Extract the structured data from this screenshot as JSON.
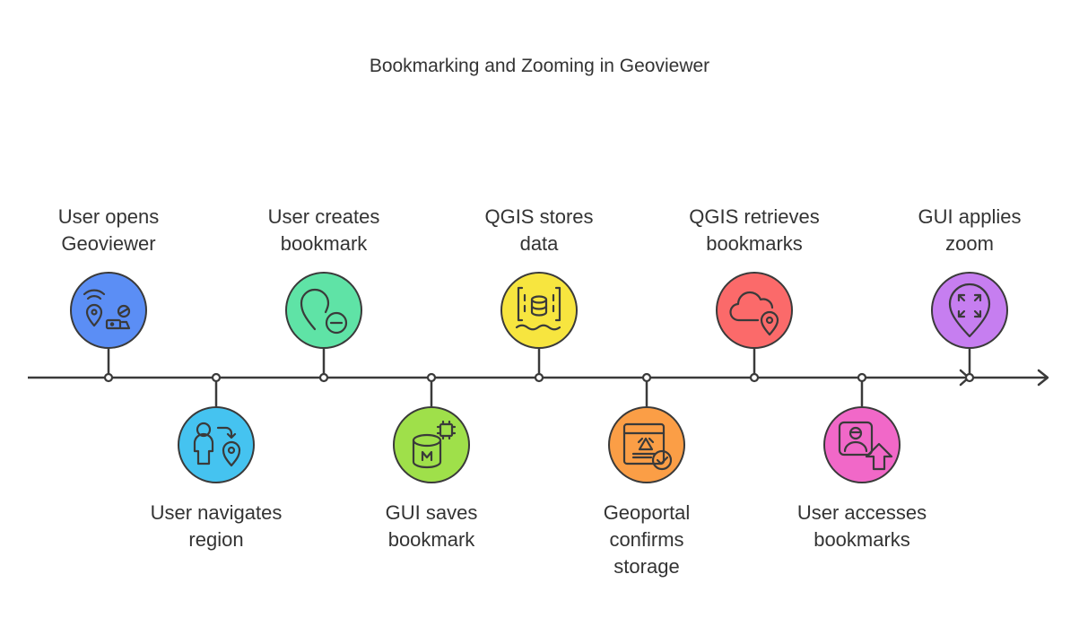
{
  "title": "Bookmarking and Zooming in Geoviewer",
  "steps": [
    {
      "line1": "User opens",
      "line2": "Geoviewer",
      "icon": "location-user-icon",
      "color": "#5b8ef5"
    },
    {
      "line1": "User navigates",
      "line2": "region",
      "icon": "user-location-arrow-icon",
      "color": "#45c3f0"
    },
    {
      "line1": "User creates",
      "line2": "bookmark",
      "icon": "pin-minus-icon",
      "color": "#5fe3a6"
    },
    {
      "line1": "GUI saves",
      "line2": "bookmark",
      "icon": "memory-database-icon",
      "color": "#9fe04a"
    },
    {
      "line1": "QGIS stores",
      "line2": "data",
      "icon": "database-water-icon",
      "color": "#f7e53f"
    },
    {
      "line1": "Geoportal",
      "line2": "confirms",
      "line3": "storage",
      "icon": "printer-check-icon",
      "color": "#fb9e46"
    },
    {
      "line1": "QGIS retrieves",
      "line2": "bookmarks",
      "icon": "cloud-location-icon",
      "color": "#fb6a6a"
    },
    {
      "line1": "User accesses",
      "line2": "bookmarks",
      "icon": "user-upload-icon",
      "color": "#f168c8"
    },
    {
      "line1": "GUI applies",
      "line2": "zoom",
      "icon": "pin-expand-icon",
      "color": "#c67ef0"
    }
  ]
}
